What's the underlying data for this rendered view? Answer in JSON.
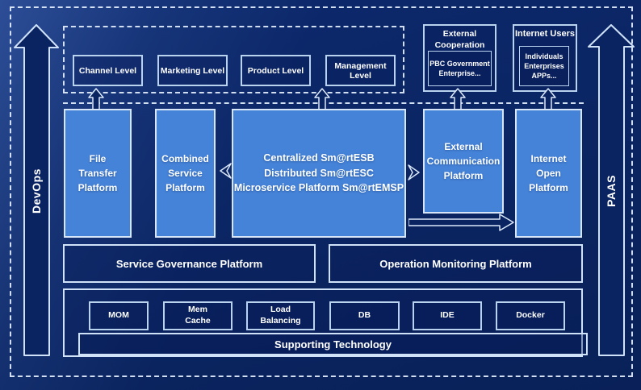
{
  "colors": {
    "background": "#0a2462",
    "panel_fill": "#4583d8",
    "panel_border": "#d6e6f8",
    "outline_border": "#b9d2ee",
    "dashed_border": "#e2eefc",
    "text": "#ffffff"
  },
  "side_rails": {
    "left_label": "DevOps",
    "right_label": "PAAS"
  },
  "top": {
    "levels": [
      {
        "label": "Channel Level"
      },
      {
        "label": "Marketing Level"
      },
      {
        "label": "Product Level"
      },
      {
        "label": "Management Level"
      }
    ],
    "external_cooperation": {
      "title": "External\nCooperation",
      "inner": "PBC Government\nEnterprise..."
    },
    "internet_users": {
      "title": "Internet Users",
      "inner": "Individuals\nEnterprises\nAPPs..."
    }
  },
  "platforms": {
    "file_transfer": "File\nTransfer\nPlatform",
    "combined_service": "Combined\nService\nPlatform",
    "esb": "Centralized Sm@rtESB\nDistributed Sm@rtESC\nMicroservice Platform Sm@rtEMSP",
    "external_communication": "External\nCommunication\nPlatform",
    "internet_open": "Internet\nOpen\nPlatform"
  },
  "governance": {
    "service_governance": "Service Governance Platform",
    "operation_monitoring": "Operation Monitoring Platform"
  },
  "supporting": {
    "technologies": [
      {
        "label": "MOM"
      },
      {
        "label": "Mem\nCache"
      },
      {
        "label": "Load\nBalancing"
      },
      {
        "label": "DB"
      },
      {
        "label": "IDE"
      },
      {
        "label": "Docker"
      }
    ],
    "bar": "Supporting Technology"
  }
}
